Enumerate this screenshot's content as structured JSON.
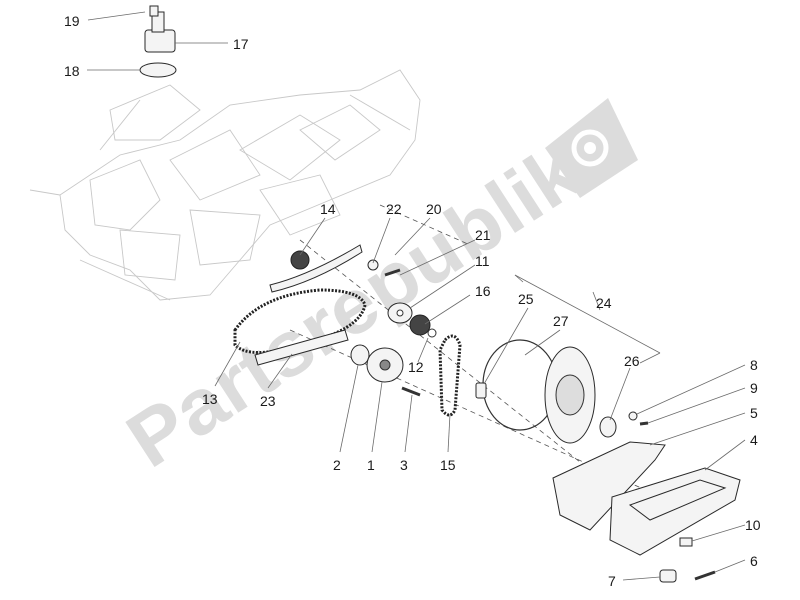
{
  "watermark": {
    "text": "Partsrepublik"
  },
  "labels": {
    "p1": "1",
    "p2": "2",
    "p3": "3",
    "p4": "4",
    "p5": "5",
    "p6": "6",
    "p7": "7",
    "p8": "8",
    "p9": "9",
    "p10": "10",
    "p11": "11",
    "p12": "12",
    "p13": "13",
    "p14": "14",
    "p15": "15",
    "p16": "16",
    "p17": "17",
    "p18": "18",
    "p19": "19",
    "p20": "20",
    "p21": "21",
    "p22": "22",
    "p23": "23",
    "p24": "24",
    "p25": "25",
    "p26": "26",
    "p27": "27"
  },
  "colors": {
    "line": "#2a2a2a",
    "ghost": "#c8c8c8",
    "watermark": "#dcdcdc"
  }
}
